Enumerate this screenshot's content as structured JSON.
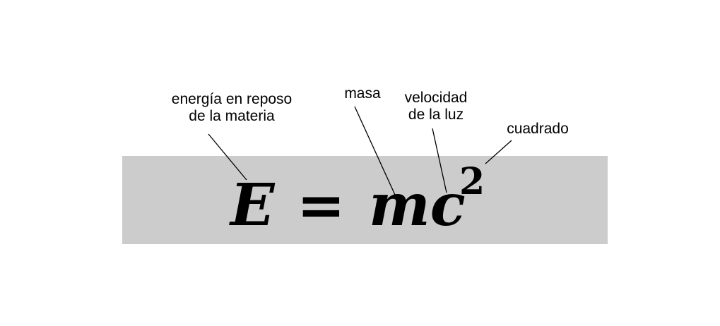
{
  "equation": {
    "lhs": "E",
    "operator": "=",
    "rhs_base": "mc",
    "exponent": "2"
  },
  "labels": {
    "energia_line1": "energía en reposo",
    "energia_line2": "de la materia",
    "masa": "masa",
    "velocidad_line1": "velocidad",
    "velocidad_line2": "de la luz",
    "cuadrado": "cuadrado"
  },
  "colors": {
    "background": "#ffffff",
    "equation_box": "#cccccc",
    "text": "#000000"
  }
}
